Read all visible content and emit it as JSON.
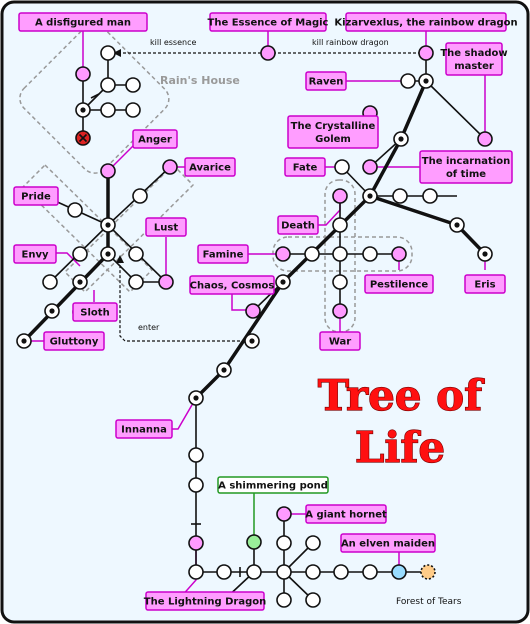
{
  "title": {
    "line1": "Tree of",
    "line2": "Life"
  },
  "group": {
    "rains_house": "Rain's House"
  },
  "notes": {
    "kill_essence": "kill essence",
    "kill_rainbow": "kill rainbow dragon",
    "enter": "enter"
  },
  "plain": {
    "forest": "Forest of Tears"
  },
  "labels": {
    "disfigured": "A disfigured man",
    "essence": "The Essence of Magic",
    "kizarvexlus": "Kizarvexlus, the rainbow dragon",
    "shadow1": "The shadow",
    "shadow2": "master",
    "raven": "Raven",
    "crystal1": "The Crystalline",
    "crystal2": "Golem",
    "anger": "Anger",
    "avarice": "Avarice",
    "pride": "Pride",
    "fate": "Fate",
    "incarnation1": "The incarnation",
    "incarnation2": "of time",
    "lust": "Lust",
    "death": "Death",
    "envy": "Envy",
    "famine": "Famine",
    "pestilence": "Pestilence",
    "eris": "Eris",
    "sloth": "Sloth",
    "chaos": "Chaos, Cosmos",
    "gluttony": "Gluttony",
    "war": "War",
    "innanna": "Innanna",
    "pond": "A shimmering pond",
    "hornet": "A giant hornet",
    "maiden": "An elven maiden",
    "lightning": "The Lightning Dragon"
  },
  "colors": {
    "background": "#eef8ff",
    "frame": "#111111",
    "label_fill": "#ff9dff",
    "label_border": "#cc00cc",
    "pink_node": "#ff9aff",
    "green_node": "#99ee99",
    "pond_border": "#229922",
    "blue_node": "#99ddff",
    "orange_node": "#ffcc88",
    "x_node": "#dd2222",
    "title": "#ff1010"
  }
}
